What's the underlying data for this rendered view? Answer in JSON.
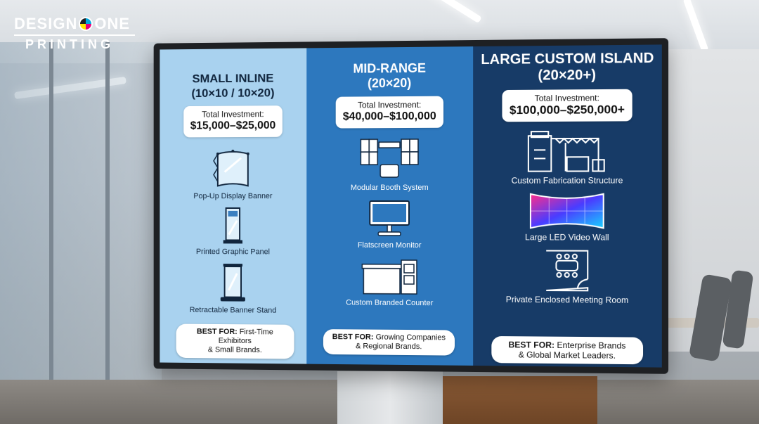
{
  "brand": {
    "top_left": "DESIGN",
    "top_right": "ONE",
    "bottom": "PRINTING"
  },
  "columns": {
    "small": {
      "title_line1": "SMALL INLINE",
      "title_line2": "(10×10 / 10×20)",
      "investment_label": "Total Investment:",
      "investment_value": "$15,000–$25,000",
      "items": [
        {
          "label": "Pop-Up Display Banner",
          "icon": "popup-banner-icon"
        },
        {
          "label": "Printed Graphic Panel",
          "icon": "graphic-panel-icon"
        },
        {
          "label": "Retractable Banner Stand",
          "icon": "banner-stand-icon"
        }
      ],
      "best_for_label": "BEST FOR:",
      "best_for_line1": " First-Time Exhibitors",
      "best_for_line2": "& Small Brands."
    },
    "mid": {
      "title_line1": "MID-RANGE",
      "title_line2": "(20×20)",
      "investment_label": "Total Investment:",
      "investment_value": "$40,000–$100,000",
      "items": [
        {
          "label": "Modular Booth System",
          "icon": "modular-booth-icon"
        },
        {
          "label": "Flatscreen Monitor",
          "icon": "monitor-icon"
        },
        {
          "label": "Custom Branded Counter",
          "icon": "counter-icon"
        }
      ],
      "best_for_label": "BEST FOR:",
      "best_for_line1": " Growing Companies",
      "best_for_line2": "& Regional Brands."
    },
    "large": {
      "title_line1": "LARGE CUSTOM ISLAND",
      "title_line2": "(20×20+)",
      "investment_label": "Total Investment:",
      "investment_value": "$100,000–$250,000+",
      "items": [
        {
          "label": "Custom Fabrication Structure",
          "icon": "truss-structure-icon"
        },
        {
          "label": "Large LED Video Wall",
          "icon": "led-video-wall-icon"
        },
        {
          "label": "Private Enclosed Meeting Room",
          "icon": "meeting-room-icon"
        }
      ],
      "best_for_label": "BEST FOR:",
      "best_for_line1": " Enterprise Brands",
      "best_for_line2": "& Global Market Leaders."
    }
  },
  "colors": {
    "small_panel": "#a9d2ef",
    "mid_panel": "#2d78be",
    "large_panel": "#173b67",
    "bezel": "#1e2023"
  }
}
